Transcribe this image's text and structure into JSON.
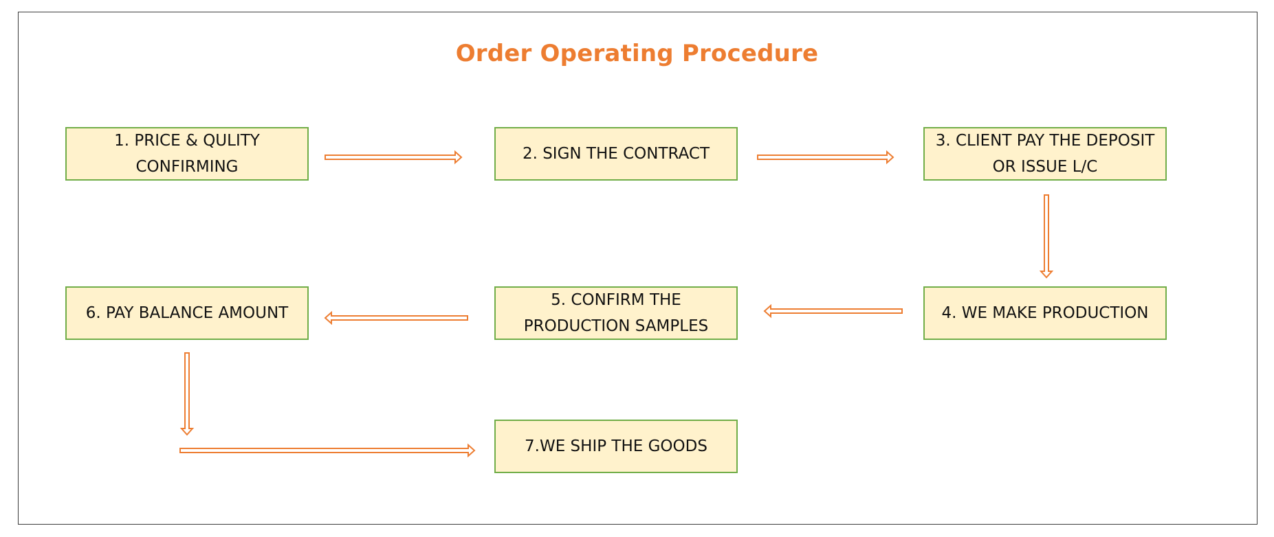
{
  "title": "Order Operating Procedure",
  "colors": {
    "title": "#ED7D31",
    "box_fill": "#FFF2CC",
    "box_border": "#70AD47",
    "arrow": "#ED7D31"
  },
  "steps": [
    {
      "label": "1. PRICE & QULITY CONFIRMING"
    },
    {
      "label": "2. SIGN THE CONTRACT"
    },
    {
      "label": "3. CLIENT PAY THE DEPOSIT OR ISSUE L/C"
    },
    {
      "label": "4. WE MAKE PRODUCTION"
    },
    {
      "label": "5. CONFIRM THE PRODUCTION SAMPLES"
    },
    {
      "label": "6. PAY BALANCE AMOUNT"
    },
    {
      "label": "7.WE SHIP THE GOODS"
    }
  ]
}
